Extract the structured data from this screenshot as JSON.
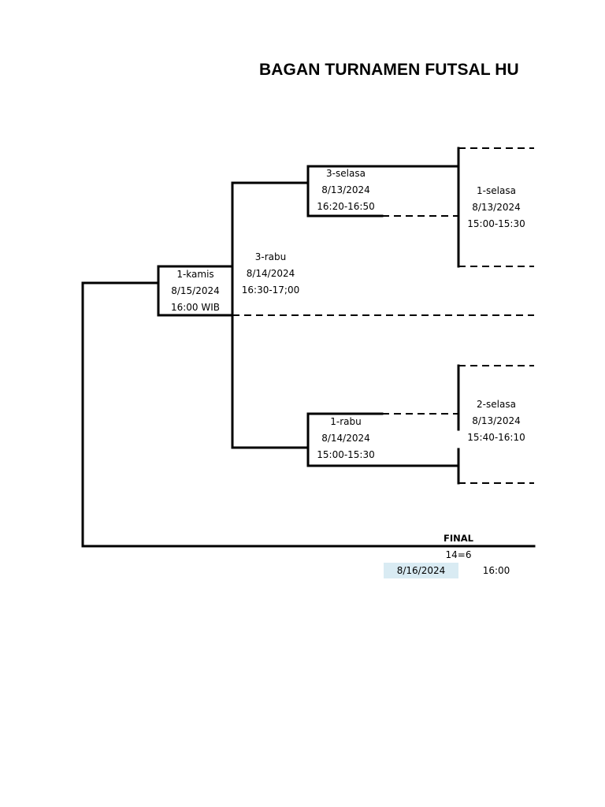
{
  "title": "BAGAN TURNAMEN FUTSAL HU",
  "matches": {
    "selasa_3": {
      "name": "3-selasa",
      "date": "8/13/2024",
      "time": "16:20-16:50"
    },
    "selasa_1": {
      "name": "1-selasa",
      "date": "8/13/2024",
      "time": "15:00-15:30"
    },
    "rabu_3": {
      "name": "3-rabu",
      "date": "8/14/2024",
      "time": "16:30-17;00"
    },
    "kamis_1": {
      "name": "1-kamis",
      "date": "8/15/2024",
      "time": "16:00 WIB"
    },
    "selasa_2": {
      "name": "2-selasa",
      "date": "8/13/2024",
      "time": "15:40-16:10"
    },
    "rabu_1": {
      "name": "1-rabu",
      "date": "8/14/2024",
      "time": "15:00-15:30"
    }
  },
  "final": {
    "label": "FINAL",
    "score": "14=6",
    "date": "8/16/2024",
    "time": "16:00",
    "date_highlight_color": "#d9ebf3"
  }
}
